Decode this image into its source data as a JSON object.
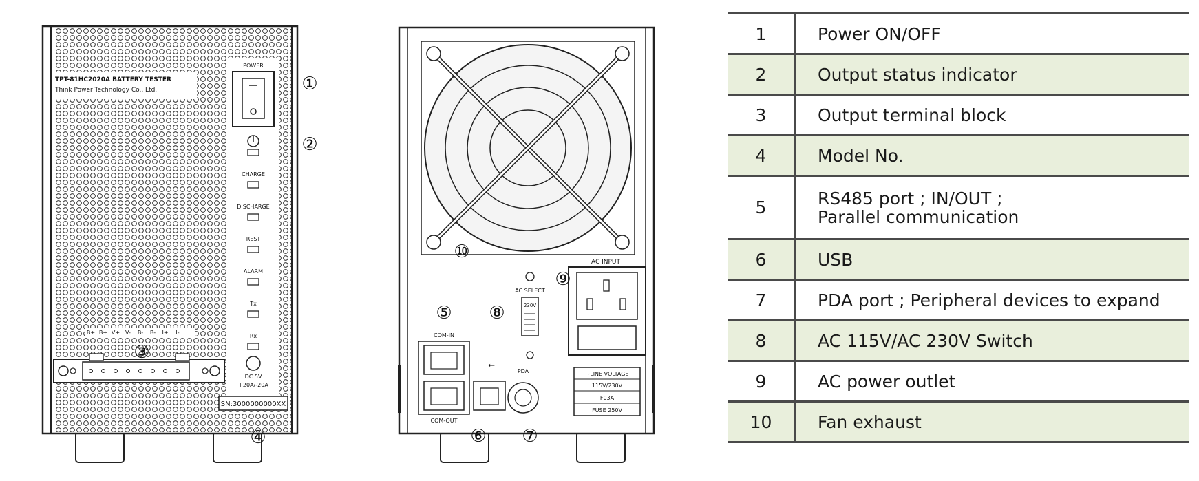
{
  "front_panel": {
    "model_line1": "TPT-81HC2020A BATTERY TESTER",
    "model_line2": "Think Power Technology Co., Ltd.",
    "power_label": "POWER",
    "indicators": [
      "CHARGE",
      "DISCHARGE",
      "REST",
      "ALARM",
      "Tx",
      "Rx"
    ],
    "terminal_labels": [
      "B+",
      "B+",
      "V+",
      "V-",
      "B-",
      "B-",
      "I+",
      "I-"
    ],
    "dc_label_1": "DC 5V",
    "dc_label_2": "+20A/-20A",
    "serial": "SN:3000000000XX"
  },
  "rear_panel": {
    "ac_input": "AC INPUT",
    "ac_select": "AC SELECT",
    "switch_value": "230V",
    "com_in": "COM-IN",
    "com_out": "COM-OUT",
    "pda": "PDA",
    "rating_1": "~LINE VOLTAGE",
    "rating_2": "115V/230V",
    "rating_3": "F03A",
    "rating_4": "FUSE 250V"
  },
  "callouts": {
    "c1": "①",
    "c2": "②",
    "c3": "③",
    "c4": "④",
    "c5": "⑤",
    "c6": "⑥",
    "c7": "⑦",
    "c8": "⑧",
    "c9": "⑨",
    "c10": "⑩"
  },
  "legend": [
    {
      "num": "1",
      "desc": "Power ON/OFF"
    },
    {
      "num": "2",
      "desc": "Output status indicator"
    },
    {
      "num": "3",
      "desc": "Output terminal block"
    },
    {
      "num": "4",
      "desc": "Model No."
    },
    {
      "num": "5",
      "desc": "RS485 port ; IN/OUT ;\nParallel communication"
    },
    {
      "num": "6",
      "desc": "USB"
    },
    {
      "num": "7",
      "desc": "PDA port ; Peripheral devices to expand"
    },
    {
      "num": "8",
      "desc": "AC 115V/AC 230V Switch"
    },
    {
      "num": "9",
      "desc": "AC power outlet"
    },
    {
      "num": "10",
      "desc": "Fan exhaust"
    }
  ],
  "colors": {
    "row_shade": "#e9efdc",
    "rule": "#4a4a4a",
    "line": "#222222"
  }
}
